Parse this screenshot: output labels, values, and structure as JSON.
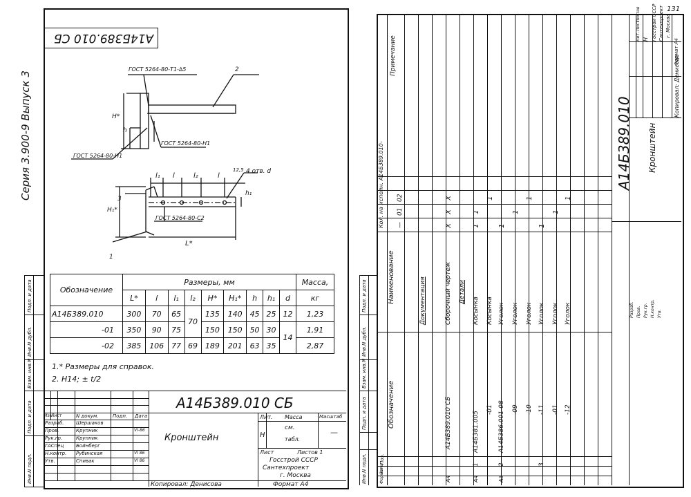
{
  "left_sheet": {
    "top_stamp": "А14Б389.010 СБ",
    "series_label": "Серия 3.900-9   Выпуск 3",
    "callouts": {
      "weld_top": "ГОСТ 5264-80-Т1-∆5",
      "weld_mid": "ГОСТ 5264-80-Н1",
      "weld_left": "ГОСТ 5264-80-Н1",
      "weld_bottom": "ГОСТ 5264-80-С2",
      "holes": "4 отв. d",
      "pos_1": "1",
      "pos_2": "2",
      "pos_3": "3",
      "dim_H": "Н*",
      "dim_h": "h",
      "dim_H1": "Н₁*",
      "dim_h1": "h₁",
      "dim_L": "L*",
      "dim_l1": "l₁",
      "dim_l": "l",
      "dim_l2": "l₂",
      "dim_l_b": "l",
      "dim_125": "12,5"
    },
    "table": {
      "h_designation": "Обозначение",
      "h_sizes": "Размеры, мм",
      "h_mass": "Масса,",
      "h_mass_unit": "кг",
      "cols": [
        "L*",
        "l",
        "l₁",
        "l₂",
        "Н*",
        "Н₁*",
        "h",
        "h₁",
        "d"
      ],
      "rows": [
        {
          "name": "А14Б389.010",
          "L": "300",
          "l": "70",
          "l1": "65",
          "H": "135",
          "H1": "140",
          "h": "45",
          "h1": "25",
          "d": "12",
          "m": "1,23"
        },
        {
          "name": "-01",
          "L": "350",
          "l": "90",
          "l1": "75",
          "H": "150",
          "H1": "150",
          "h": "50",
          "h1": "30",
          "m": "1,91"
        },
        {
          "name": "-02",
          "L": "385",
          "l": "106",
          "l1": "77",
          "l2": "69",
          "H": "189",
          "H1": "201",
          "h": "63",
          "h1": "35",
          "m": "2,87"
        }
      ],
      "l2_merged": "70",
      "d_merged": "14"
    },
    "notes": [
      "1.* Размеры для справок.",
      "2. Н14; ± t/2"
    ],
    "title_block": {
      "code": "А14Б389.010 СБ",
      "name": "Кронштейн",
      "lit": "Лит.",
      "massa": "Масса",
      "masshtab": "Масштаб",
      "lit_val": "Н",
      "mass_val": "см.",
      "mass_val2": "табл.",
      "scale_val": "—",
      "sheet": "Лист",
      "sheets": "Листов 1",
      "org": [
        "Госстрой СССР",
        "Сантехпроект",
        "г. Москва"
      ],
      "head_row": [
        "Изм",
        "Лист",
        "N докум.",
        "Подп.",
        "Дата"
      ],
      "roles": [
        {
          "role": "Разраб.",
          "person": "Шершаков"
        },
        {
          "role": "Пров.",
          "person": "Крупник",
          "date": "VI-86"
        },
        {
          "role": "Рук.гр.",
          "person": "Крупник"
        },
        {
          "role": "ГАСпец",
          "person": "Бойнберг"
        },
        {
          "role": "Н.контр.",
          "person": "Рубинская",
          "date": "VI 86"
        },
        {
          "role": "Утв.",
          "person": "Спивак",
          "date": "VI 86"
        }
      ],
      "copied": "Копировал: Денисова",
      "format": "Формат А4"
    },
    "side_columns": [
      "Инв.N подл.",
      "Подп. и дата",
      "Взам. инв.N",
      "Инв.N дубл.",
      "Подп. и дата"
    ]
  },
  "right_sheet": {
    "page_number": "131",
    "spec_headers": {
      "format": "Формат",
      "zone": "Зона",
      "pos": "Поз.",
      "designation": "Обозначение",
      "name": "Наименование",
      "qty": "Кол. на исполн. А14Б389.010-",
      "qty_cols": [
        "—",
        "01",
        "02"
      ],
      "note": "Примечание"
    },
    "spec_rows": [
      {
        "fmt": "",
        "pos": "",
        "des": "",
        "name": "Документация",
        "q": [
          "",
          "",
          ""
        ]
      },
      {
        "fmt": "А4",
        "pos": "",
        "des": "А14Б389.010 СБ",
        "name": "Сборочный чертеж",
        "q": [
          "Х",
          "Х",
          "Х"
        ]
      },
      {
        "fmt": "",
        "pos": "",
        "des": "",
        "name": "Детали",
        "q": [
          "",
          "",
          ""
        ]
      },
      {
        "fmt": "А4",
        "pos": "1",
        "des": "А14Б381.005",
        "name": "Косынка",
        "q": [
          "1",
          "1",
          ""
        ]
      },
      {
        "fmt": "",
        "pos": "",
        "des": "-01",
        "name": "Косынка",
        "q": [
          "",
          "",
          "1"
        ]
      },
      {
        "fmt": "А3",
        "pos": "2",
        "des": "А14Б386.001-08",
        "name": "Уголок",
        "q": [
          "1",
          "",
          ""
        ]
      },
      {
        "fmt": "",
        "pos": "",
        "des": "-09",
        "name": "Уголок",
        "q": [
          "",
          "1",
          ""
        ]
      },
      {
        "fmt": "",
        "pos": "",
        "des": "-10",
        "name": "Уголок",
        "q": [
          "",
          "",
          "1"
        ]
      },
      {
        "fmt": "",
        "pos": "3",
        "des": "-11",
        "name": "Уголок",
        "q": [
          "1",
          "",
          ""
        ]
      },
      {
        "fmt": "",
        "pos": "",
        "des": "-01",
        "name": "Уголок",
        "q": [
          "",
          "1",
          ""
        ]
      },
      {
        "fmt": "",
        "pos": "",
        "des": "-12",
        "name": "Уголок",
        "q": [
          "",
          "",
          "1"
        ]
      }
    ],
    "title_block": {
      "code": "А14Б389.010",
      "name": "Кронштейн",
      "lit": "Лит.",
      "sheet": "Лист",
      "sheets": "Листов",
      "lit_val": "Н",
      "org": [
        "Госстрой СССР",
        "Сантехпроект",
        "г. Москва"
      ],
      "copied": "Копировал: Денисова",
      "format": "Формат А4",
      "roles": [
        "Разраб.",
        "Пров.",
        "Рук.гр.",
        "Н.контр.",
        "Утв."
      ]
    }
  }
}
